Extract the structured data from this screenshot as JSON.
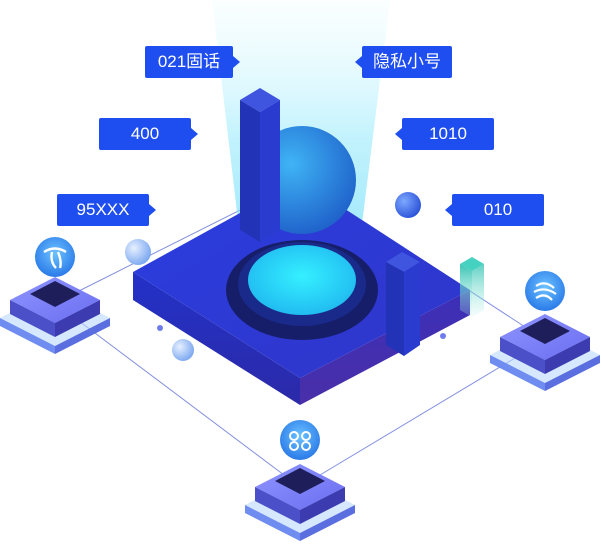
{
  "labels": {
    "fixed_021": "021固话",
    "private_number": "隐私小号",
    "n400": "400",
    "n1010": "1010",
    "n95xxx": "95XXX",
    "n010": "010"
  },
  "icons": {
    "left": "china-telecom-logo-icon",
    "right": "china-mobile-logo-icon",
    "bottom": "china-unicom-logo-icon"
  },
  "colors": {
    "tag_bg": "#1f4ef0",
    "platform_top": "#2e3fdc",
    "glow": "#22d8f8",
    "teal_bar": "#29b7a5"
  }
}
